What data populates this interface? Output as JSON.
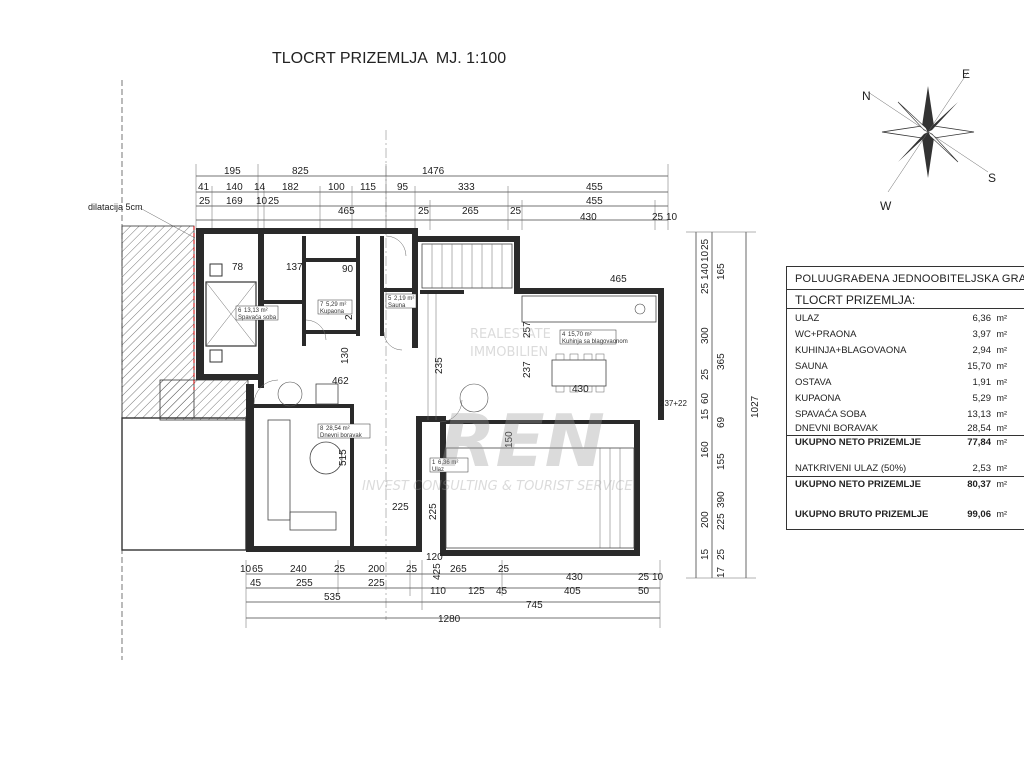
{
  "title": "TLOCRT PRIZEMLJA  MJ. 1:100",
  "note": "dilatacija 5cm",
  "compass": [
    "N",
    "E",
    "S",
    "W"
  ],
  "legend": {
    "header": "POLUUGRAĐENA JEDNOOBITELJSKA GRA",
    "subheader": "TLOCRT PRIZEMLJA:",
    "unit": "m²",
    "rooms": [
      {
        "name": "ULAZ",
        "area": "6,36"
      },
      {
        "name": "WC+PRAONA",
        "area": "3,97"
      },
      {
        "name": "KUHINJA+BLAGOVAONA",
        "area": "2,94"
      },
      {
        "name": "SAUNA",
        "area": "15,70"
      },
      {
        "name": "OSTAVA",
        "area": "1,91"
      },
      {
        "name": "KUPAONA",
        "area": "5,29"
      },
      {
        "name": "SPAVAĆA SOBA",
        "area": "13,13"
      },
      {
        "name": "DNEVNI BORAVAK",
        "area": "28,54"
      }
    ],
    "net_total": {
      "name": "UKUPNO NETO PRIZEMLJE",
      "area": "77,84"
    },
    "covered": {
      "name": "NATKRIVENI ULAZ (50%)",
      "area": "2,53"
    },
    "net_total2": {
      "name": "UKUPNO NETO PRIZEMLJE",
      "area": "80,37"
    },
    "gross_total": {
      "name": "UKUPNO BRUTO PRIZEMLJE",
      "area": "99,06"
    }
  },
  "dims_top": {
    "row1": [
      "195",
      "825",
      "1476"
    ],
    "row2": [
      "41",
      "140",
      "14",
      "182",
      "100",
      "115",
      "95",
      "333",
      "455"
    ],
    "row3": [
      "25",
      "169",
      "10",
      "25",
      "465",
      "25",
      "265",
      "25",
      "455"
    ],
    "row4": [
      "430",
      "25",
      "10"
    ]
  },
  "dims_bottom": {
    "row1": [
      "10",
      "65",
      "240",
      "25",
      "200",
      "25",
      "265",
      "25",
      "430",
      "25",
      "10"
    ],
    "row2": [
      "45",
      "255",
      "225",
      "110",
      "125",
      "45",
      "405",
      "50"
    ],
    "row3": [
      "535",
      "745"
    ],
    "row4": [
      "1280"
    ]
  },
  "dims_right": {
    "a": [
      "25",
      "10",
      "140",
      "25",
      "165",
      "300",
      "365",
      "25",
      "60",
      "15",
      "69",
      "160",
      "155",
      "390",
      "200",
      "225",
      "15",
      "25",
      "17"
    ],
    "total": "1027",
    "kitchen_w": "465",
    "table": "430",
    "sill": "237+22"
  },
  "room_labels": [
    {
      "no": "7",
      "text": "Kupaona",
      "area": "5,29 m²"
    },
    {
      "no": "5",
      "text": "Sauna",
      "area": "2,19 m²"
    },
    {
      "no": "4",
      "text": "Kuhinja sa blagovaonom",
      "area": "15,70 m²"
    },
    {
      "no": "8",
      "text": "Dnevni boravak",
      "area": "28,54 m²"
    },
    {
      "no": "6",
      "text": "Spavaća soba",
      "area": "13,13 m²"
    },
    {
      "no": "1",
      "text": "Ulaz",
      "area": "6,36 m²"
    }
  ],
  "misc_dims": [
    "78",
    "137",
    "90",
    "285",
    "130",
    "462",
    "225",
    "225",
    "515",
    "235",
    "257",
    "237",
    "150",
    "120",
    "425"
  ],
  "watermark": {
    "brand": "REN",
    "lines": [
      "REALESTATE",
      "IMMOBILIEN",
      "INVEST CONSULTING & TOURIST SERVICE"
    ]
  }
}
